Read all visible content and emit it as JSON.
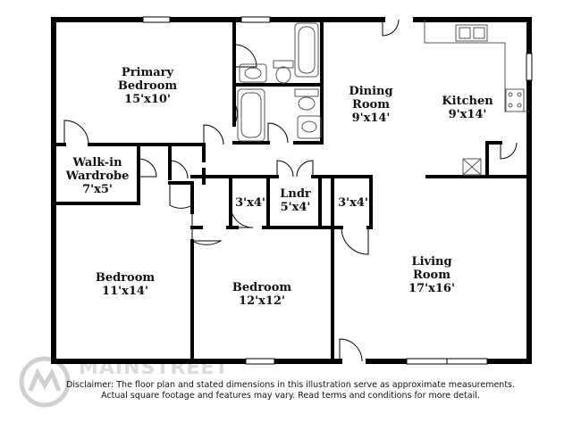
{
  "rooms": {
    "primary_bedroom": {
      "name_line1": "Primary",
      "name_line2": "Bedroom",
      "size": "15'x10'"
    },
    "walkin_wardrobe": {
      "name_line1": "Walk-in",
      "name_line2": "Wardrobe",
      "size": "7'x5'"
    },
    "bedroom_left": {
      "name": "Bedroom",
      "size": "11'x14'"
    },
    "bedroom_center": {
      "name": "Bedroom",
      "size": "12'x12'"
    },
    "dining_room": {
      "name_line1": "Dining",
      "name_line2": "Room",
      "size": "9'x14'"
    },
    "kitchen": {
      "name": "Kitchen",
      "size": "9'x14'"
    },
    "living_room": {
      "name_line1": "Living",
      "name_line2": "Room",
      "size": "17'x16'"
    },
    "closet_left": {
      "size": "3'x4'"
    },
    "laundry": {
      "name": "Lndr",
      "size": "5'x4'"
    },
    "closet_right": {
      "size": "3'x4'"
    }
  },
  "disclaimer": {
    "line1": "Disclaimer: The floor plan and stated dimensions in this illustration serve as approximate measurements.",
    "line2": "Actual square footage and features may vary. Read terms and conditions for more detail."
  },
  "watermark": {
    "text": "MAINSTREET"
  },
  "colors": {
    "wall": "#000000",
    "fixture": "#555555"
  }
}
